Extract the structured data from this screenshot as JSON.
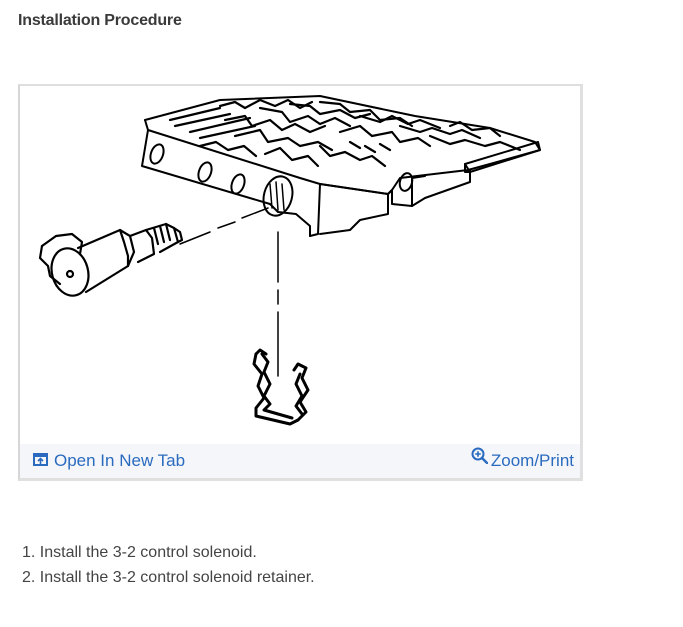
{
  "section": {
    "title": "Installation Procedure"
  },
  "figure": {
    "alt": "3-2 control solenoid and retainer installation illustration",
    "toolbar": {
      "open_new_tab_label": "Open In New Tab",
      "open_new_tab_icon": "open-in-new-tab-icon",
      "zoom_print_label": "Zoom/Print",
      "zoom_print_icon": "zoom-in-magnifier-icon"
    }
  },
  "steps": [
    {
      "number": "1.",
      "text": "Install the 3-2 control solenoid."
    },
    {
      "number": "2.",
      "text": "Install the 3-2 control solenoid retainer."
    }
  ],
  "colors": {
    "link": "#2a6bbf",
    "toolbar_bg": "#f4f6fa",
    "frame_border": "#e0e0e0",
    "title_text": "#3a3a3a",
    "body_text": "#444444"
  }
}
